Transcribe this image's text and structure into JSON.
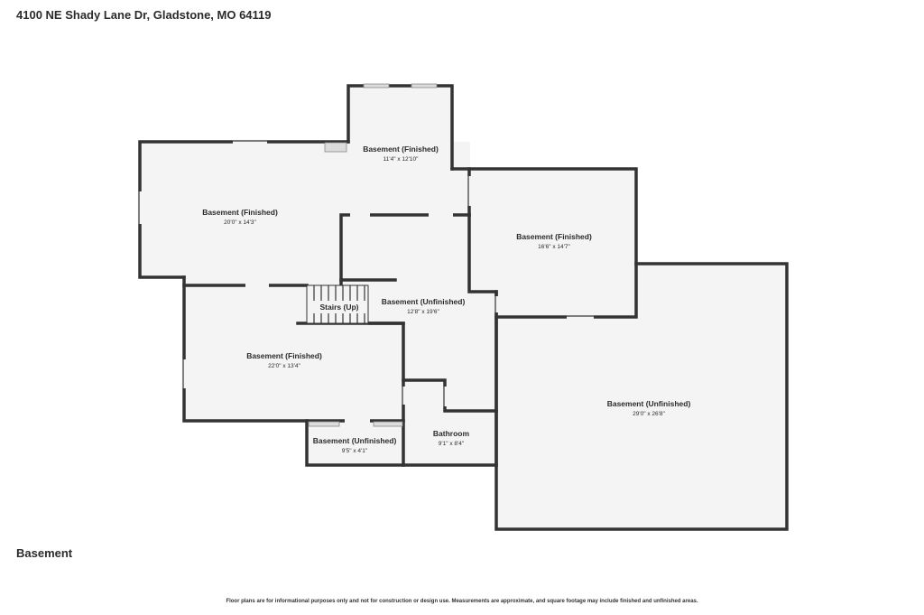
{
  "header": {
    "address": "4100 NE Shady Lane Dr, Gladstone, MO 64119"
  },
  "floor": {
    "label": "Basement"
  },
  "footer": {
    "disclaimer": "Floor plans are for informational purposes only and not for construction or design use. Measurements are approximate, and square footage may include finished and unfinished areas."
  },
  "rooms": [
    {
      "name": "Basement (Finished)",
      "dims": "11'4\" x 12'10\""
    },
    {
      "name": "Basement (Finished)",
      "dims": "20'0\" x 14'3\""
    },
    {
      "name": "Basement (Finished)",
      "dims": "16'6\" x 14'7\""
    },
    {
      "name": "Basement (Unfinished)",
      "dims": "12'8\" x 19'6\""
    },
    {
      "name": "Stairs (Up)",
      "dims": ""
    },
    {
      "name": "Basement (Finished)",
      "dims": "22'0\" x 13'4\""
    },
    {
      "name": "Basement (Unfinished)",
      "dims": "29'0\" x 26'8\""
    },
    {
      "name": "Basement (Unfinished)",
      "dims": "9'5\" x 4'1\""
    },
    {
      "name": "Bathroom",
      "dims": "9'1\" x 8'4\""
    }
  ]
}
